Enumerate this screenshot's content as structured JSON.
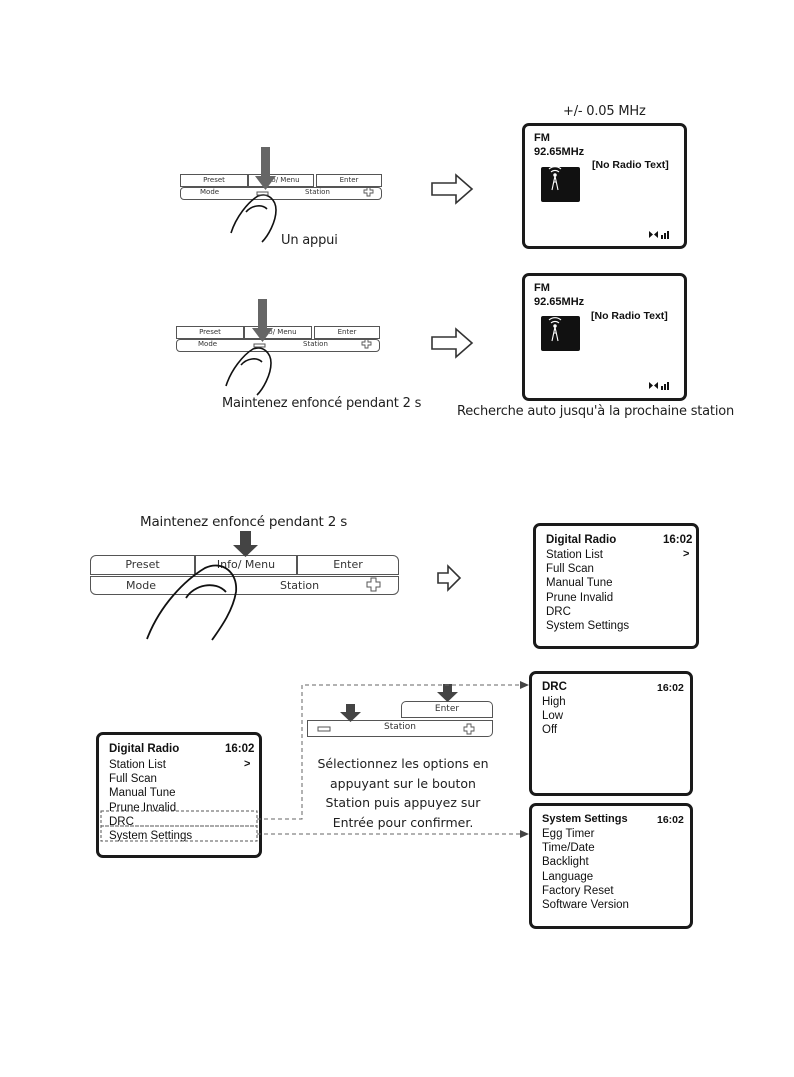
{
  "section1": {
    "tolerance_label": "+/- 0.05 MHz",
    "caption_short": "Un appui",
    "caption_long": "Maintenez enfoncé pendant 2 s",
    "caption_result": "Recherche auto jusqu'à la prochaine station",
    "panel": {
      "preset": "Preset",
      "info_menu": "Info/ Menu",
      "enter": "Enter",
      "mode": "Mode",
      "station": "Station"
    },
    "screen": {
      "band": "FM",
      "frequency": "92.65MHz",
      "radio_text": "[No Radio Text]"
    }
  },
  "section2": {
    "caption_hold": "Maintenez enfoncé pendant 2 s",
    "panel": {
      "preset": "Preset",
      "info_menu": "Info/ Menu",
      "enter": "Enter",
      "mode": "Mode",
      "station": "Station"
    },
    "main_menu": {
      "title": "Digital Radio",
      "time": "16:02",
      "arrow": ">",
      "items": [
        "Station List",
        "Full Scan",
        "Manual Tune",
        "Prune Invalid",
        "DRC",
        "System Settings"
      ]
    },
    "small_panel": {
      "enter": "Enter",
      "station": "Station"
    },
    "instruction": [
      "Sélectionnez les options en",
      "appuyant sur le bouton",
      "Station puis appuyez sur",
      "Entrée pour confirmer."
    ],
    "drc_menu": {
      "title": "DRC",
      "time": "16:02",
      "items": [
        "High",
        "Low",
        "Off"
      ]
    },
    "system_menu": {
      "title": "System Settings",
      "time": "16:02",
      "items": [
        "Egg Timer",
        "Time/Date",
        "Backlight",
        "Language",
        "Factory Reset",
        "Software Version"
      ]
    }
  }
}
